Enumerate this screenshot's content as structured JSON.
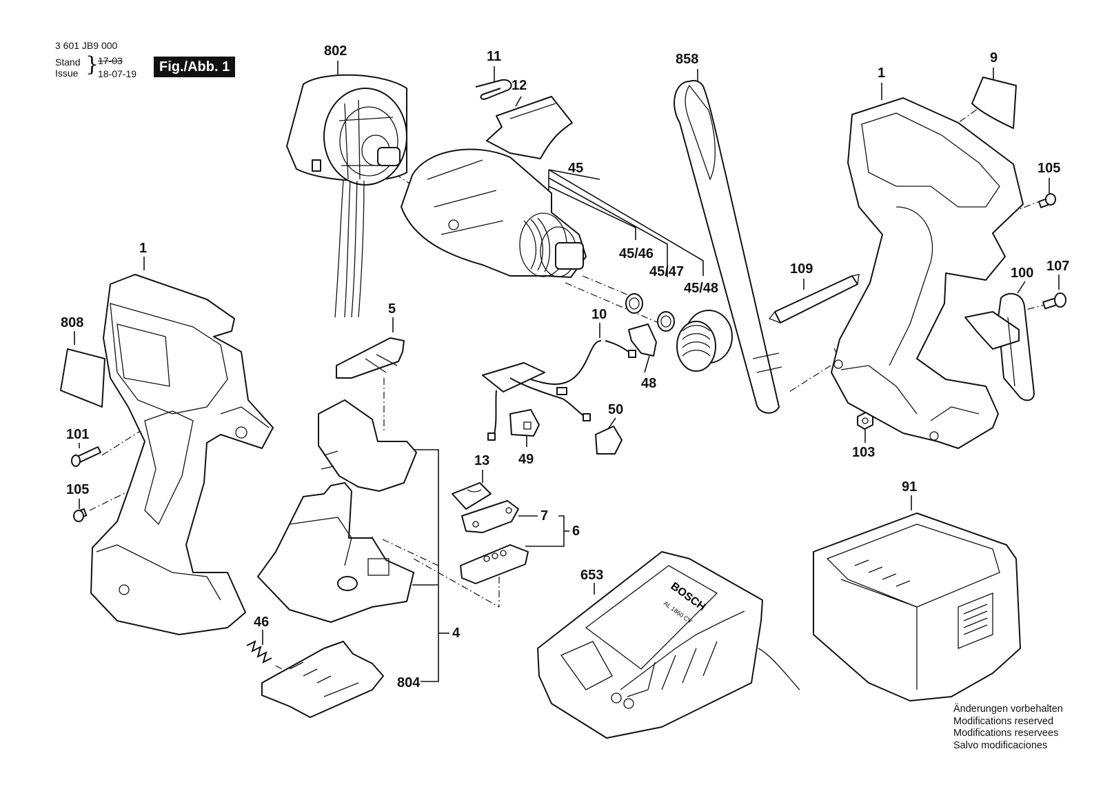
{
  "header": {
    "part_number": "3 601 JB9 000",
    "stand_label": "Stand",
    "issue_label": "Issue",
    "stand_value": "17-03",
    "issue_value": "18-07-19",
    "figure_label": "Fig./Abb. 1"
  },
  "callouts": [
    "802",
    "11",
    "12",
    "858",
    "9",
    "1",
    "105",
    "45",
    "45/46",
    "45/47",
    "45/48",
    "1",
    "808",
    "109",
    "107",
    "100",
    "10",
    "5",
    "101",
    "48",
    "50",
    "105",
    "13",
    "49",
    "7",
    "6",
    "91",
    "653",
    "46",
    "4",
    "804",
    "103"
  ],
  "footer_notes": [
    "Änderungen vorbehalten",
    "Modifications reserved",
    "Modifications reservees",
    "Salvo modificaciones"
  ],
  "brand": "BOSCH",
  "charger_model": "AL 1860 CV"
}
